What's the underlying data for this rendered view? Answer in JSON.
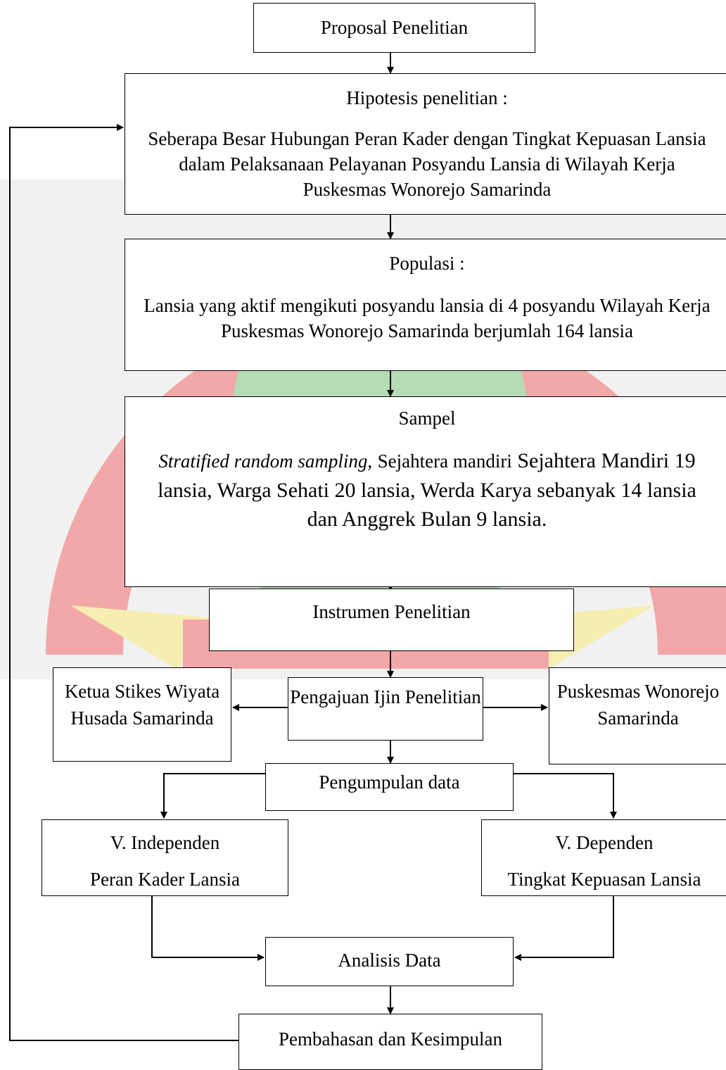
{
  "flowchart": {
    "proposal": "Proposal Penelitian",
    "hipotesis": {
      "title": "Hipotesis penelitian :",
      "text": "Seberapa Besar Hubungan Peran Kader dengan Tingkat Kepuasan Lansia dalam Pelaksanaan Pelayanan Posyandu Lansia di Wilayah Kerja Puskesmas Wonorejo Samarinda"
    },
    "populasi": {
      "title": "Populasi :",
      "text": "Lansia yang aktif mengikuti posyandu lansia di 4 posyandu Wilayah Kerja Puskesmas Wonorejo Samarinda berjumlah 164 lansia"
    },
    "sampel": {
      "title": "Sampel",
      "method": "Stratified random sampling,",
      "text_small": "Sejahtera mandiri",
      "text": "Sejahtera Mandiri 19 lansia, Warga Sehati 20 lansia, Werda Karya sebanyak 14 lansia dan Anggrek Bulan 9 lansia."
    },
    "instrumen": "Instrumen Penelitian",
    "ketua": "Ketua Stikes Wiyata Husada Samarinda",
    "ijin": "Pengajuan Ijin Penelitian",
    "puskesmas": "Puskesmas Wonorejo Samarinda",
    "pengumpulan": "Pengumpulan data",
    "independen": {
      "title": "V. Independen",
      "text": "Peran Kader Lansia"
    },
    "dependen": {
      "title": "V. Dependen",
      "text": "Tingkat Kepuasan Lansia"
    },
    "analisis": "Analisis Data",
    "pembahasan": "Pembahasan dan Kesimpulan"
  },
  "watermark": {
    "colors": {
      "red": "#f2a8a8",
      "green": "#b5dcb5",
      "yellow": "#f5eeb0",
      "band": "#f1f1f1"
    }
  }
}
